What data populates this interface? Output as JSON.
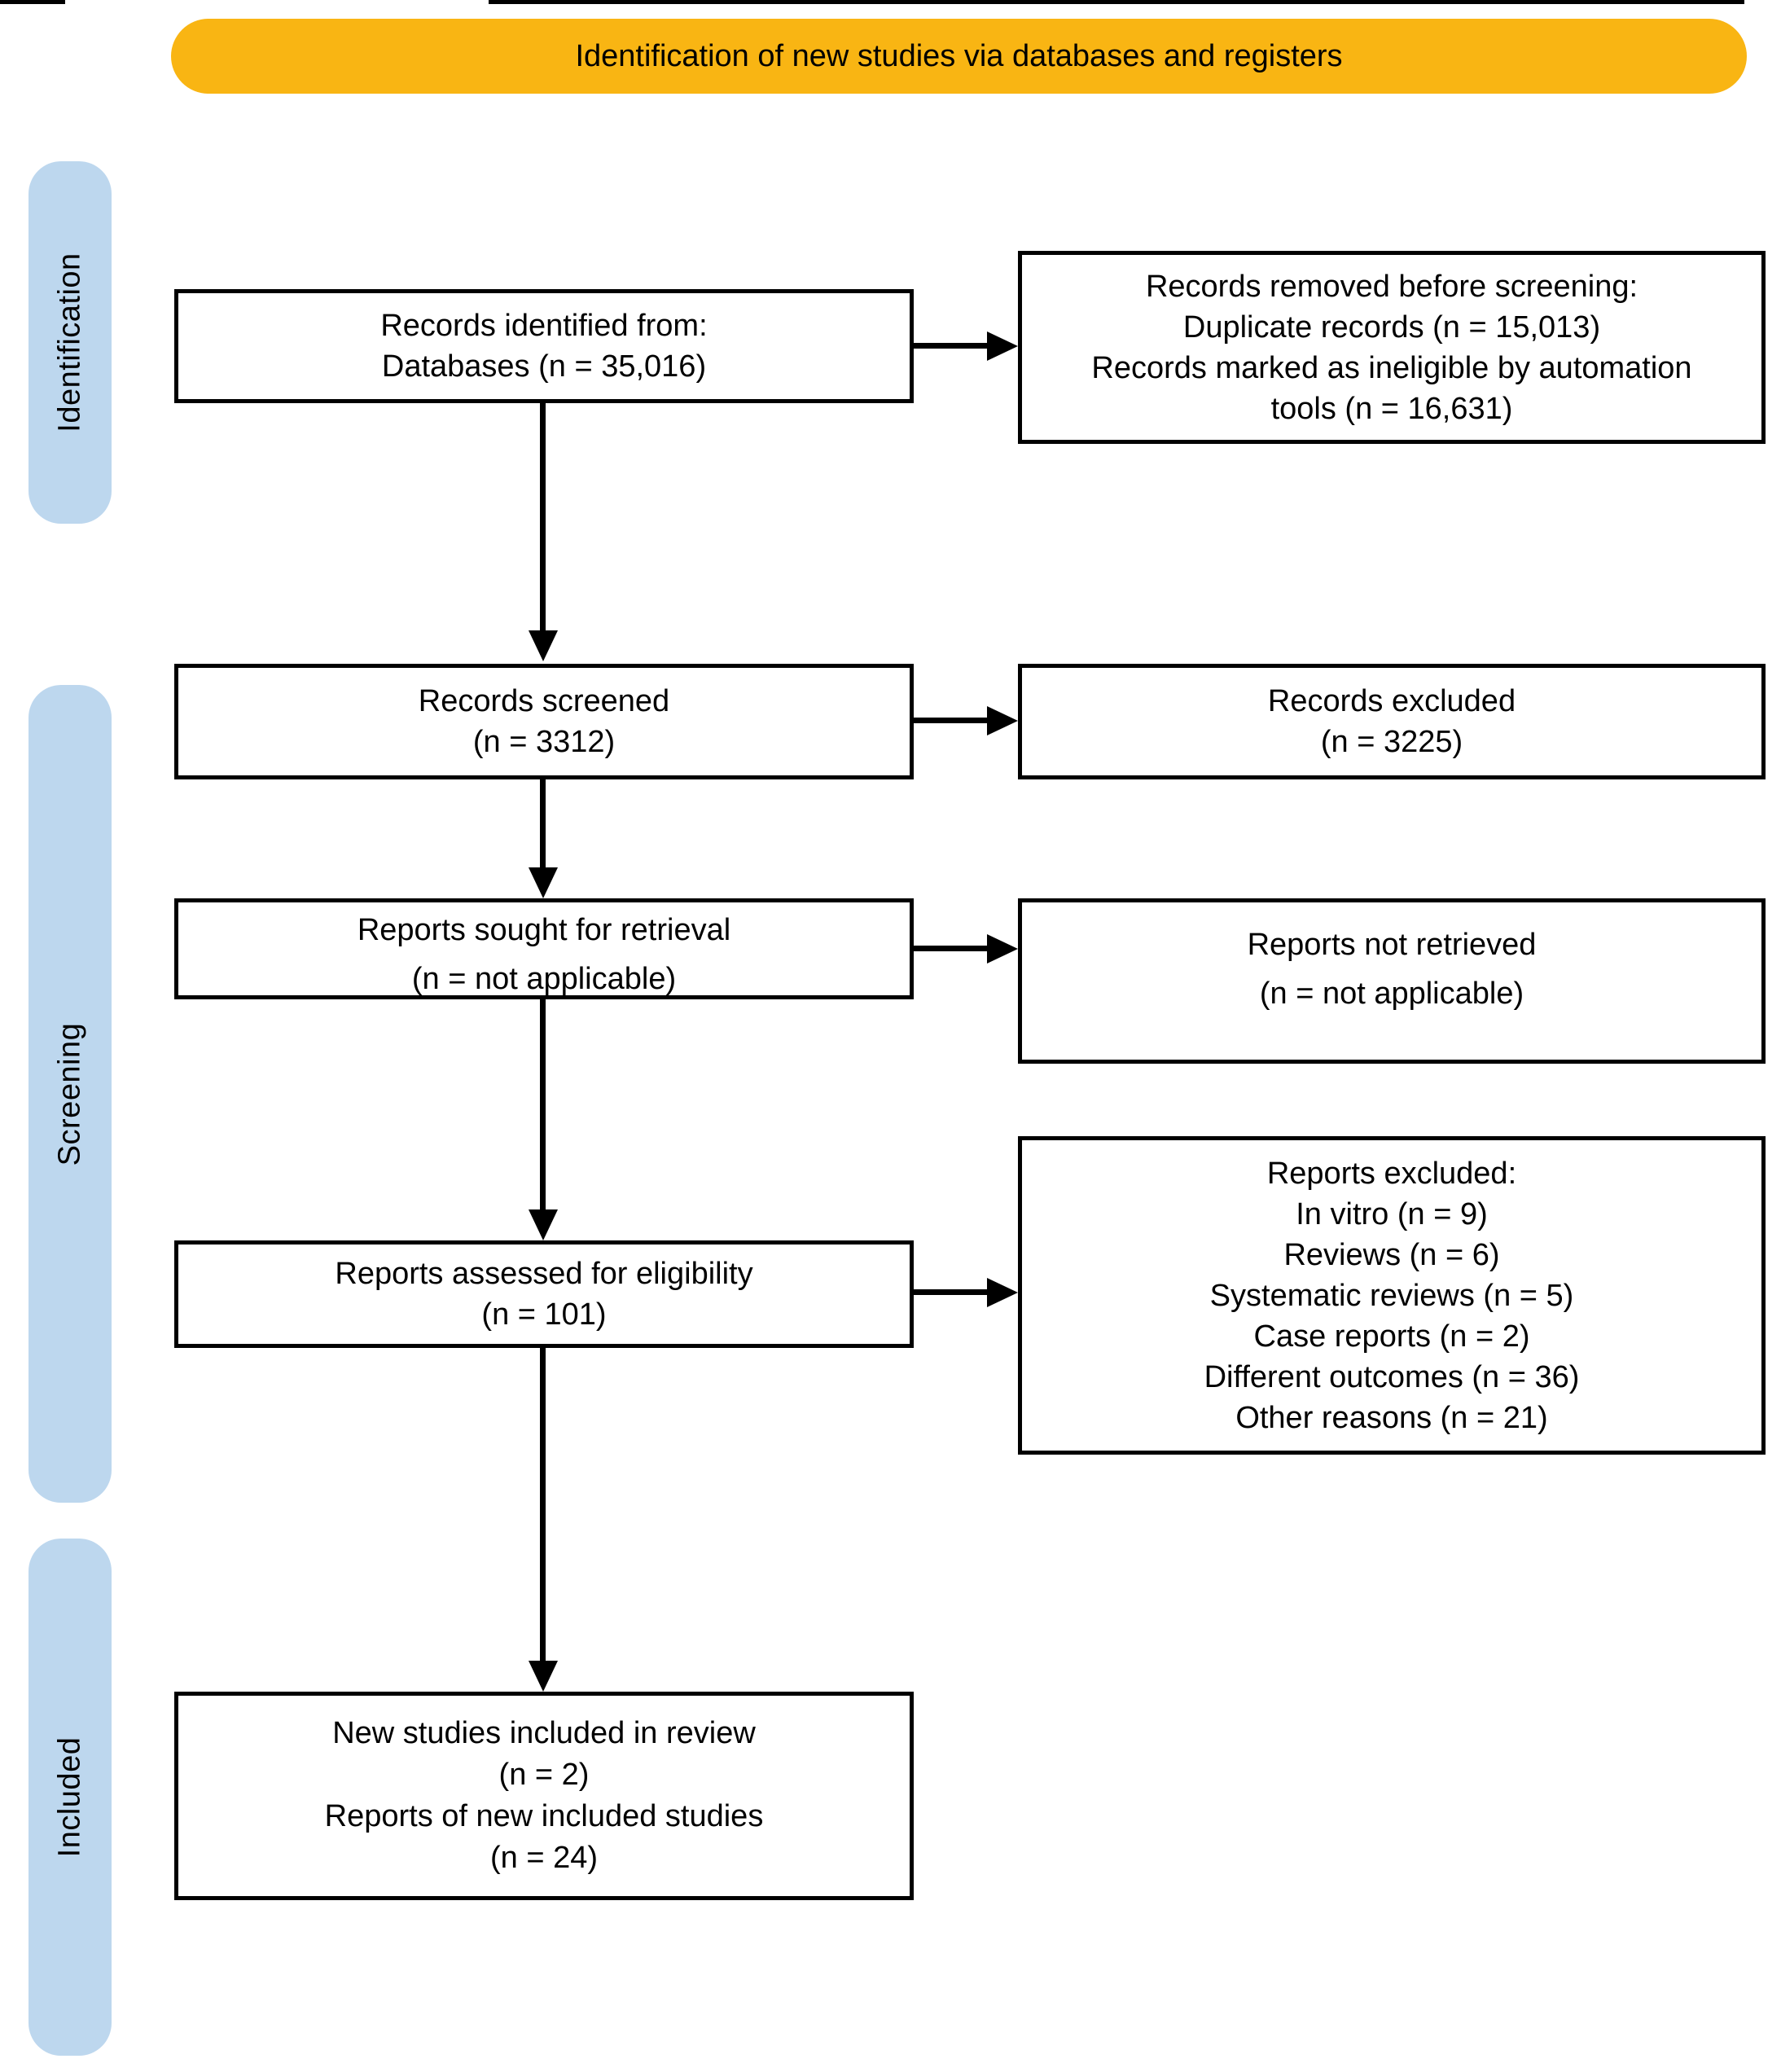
{
  "banner": {
    "title": "Identification of new studies via databases and registers"
  },
  "stages": {
    "identification": "Identification",
    "screening": "Screening",
    "included": "Included"
  },
  "boxes": {
    "identified": {
      "lines": [
        "Records identified from:",
        "Databases (n = 35,016)"
      ]
    },
    "removed": {
      "lines": [
        "Records removed before screening:",
        "Duplicate records (n = 15,013)",
        "Records marked as ineligible by automation",
        "tools (n = 16,631)"
      ]
    },
    "screened": {
      "lines": [
        "Records screened",
        "(n = 3312)"
      ]
    },
    "records_excluded": {
      "lines": [
        "Records excluded",
        "(n = 3225)"
      ]
    },
    "sought": {
      "lines": [
        "Reports sought for retrieval",
        "(n = not applicable)"
      ]
    },
    "not_retrieved": {
      "lines": [
        "Reports not retrieved",
        "(n = not applicable)"
      ]
    },
    "assessed": {
      "lines": [
        "Reports assessed for eligibility",
        "(n = 101)"
      ]
    },
    "reports_excluded": {
      "lines": [
        "Reports excluded:",
        "In vitro (n = 9)",
        "Reviews (n = 6)",
        "Systematic reviews (n = 5)",
        "Case reports (n = 2)",
        "Different outcomes (n = 36)",
        "Other reasons (n = 21)"
      ]
    },
    "new_included": {
      "lines": [
        "New studies included in review",
        "(n = 2)",
        "Reports of new included studies",
        "(n = 24)"
      ]
    }
  },
  "colors": {
    "banner_bg": "#F9B513",
    "pill_bg": "#BDD7EE",
    "box_border": "#000000",
    "arrow": "#000000",
    "text": "#000000"
  }
}
